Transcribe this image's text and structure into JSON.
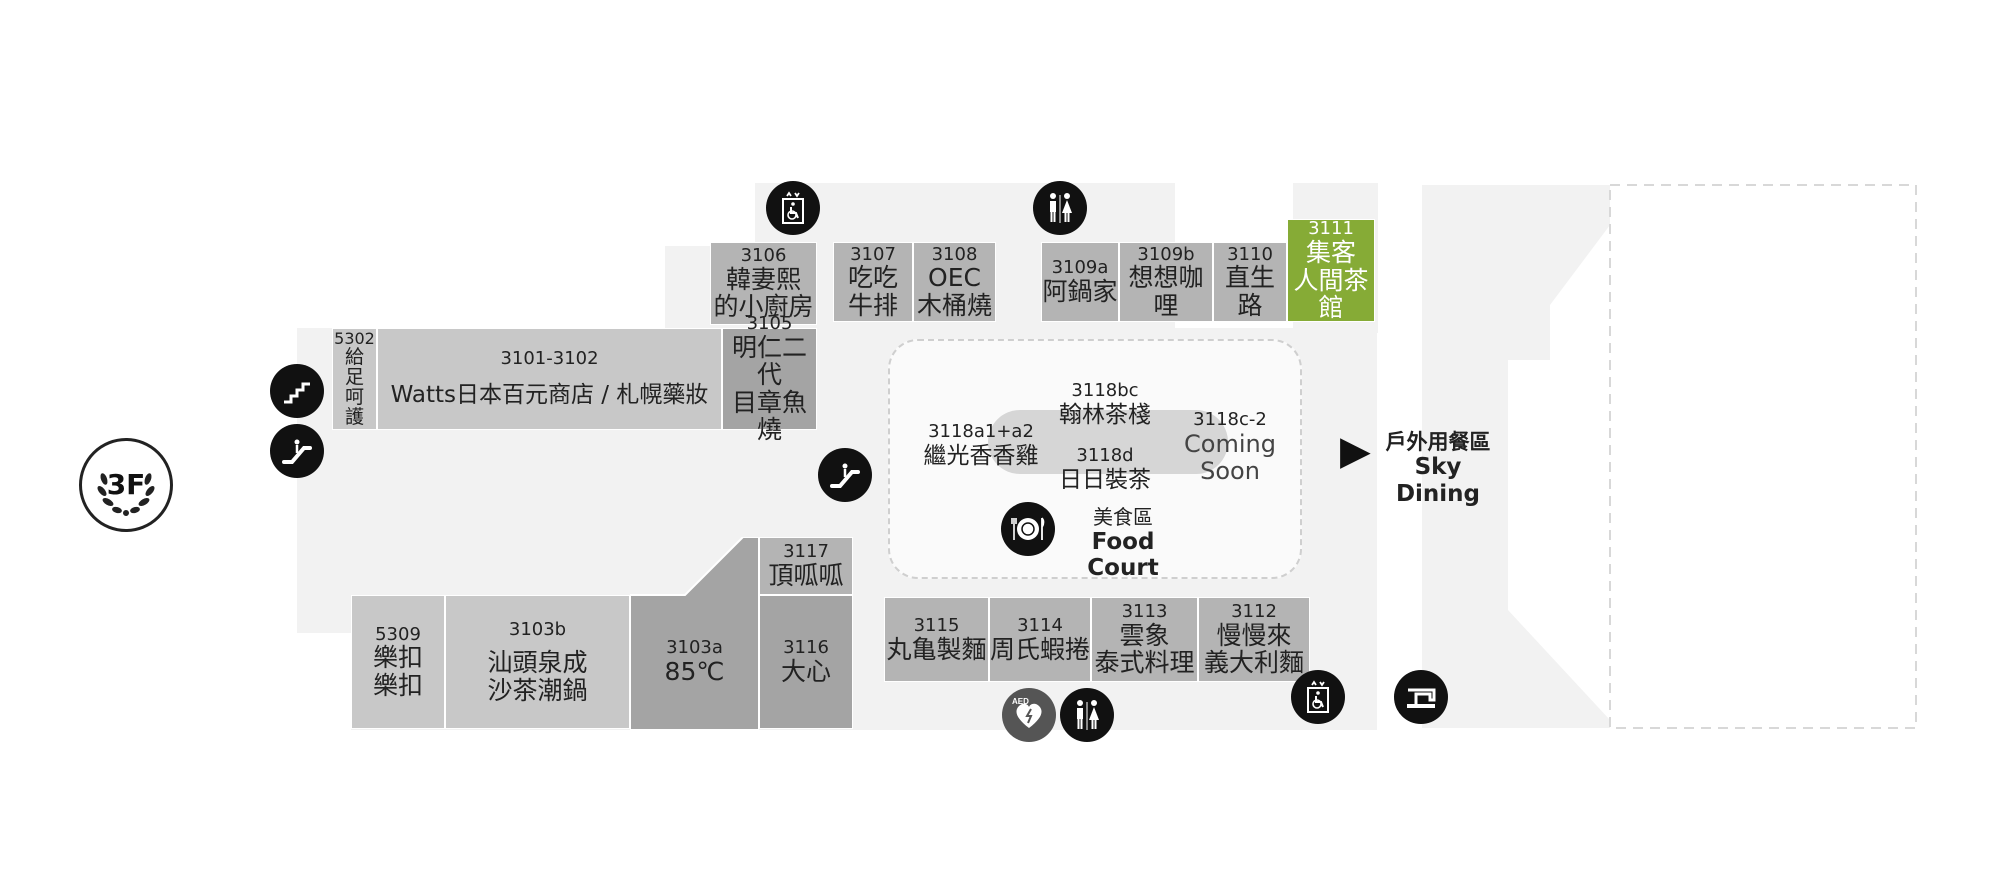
{
  "floor": {
    "label": "3F"
  },
  "stores": [
    {
      "id": "s3106",
      "num": "3106",
      "name": "韓妻熙\n的小廚房"
    },
    {
      "id": "s3107",
      "num": "3107",
      "name": "吃吃\n牛排"
    },
    {
      "id": "s3108",
      "num": "3108",
      "name": "OEC\n木桶燒"
    },
    {
      "id": "s3109a",
      "num": "3109a",
      "name": "阿鍋家"
    },
    {
      "id": "s3109b",
      "num": "3109b",
      "name": "想想咖哩"
    },
    {
      "id": "s3110",
      "num": "3110",
      "name": "直生路"
    },
    {
      "id": "s3111",
      "num": "3111",
      "name": "集客\n人間茶館"
    },
    {
      "id": "s5302",
      "num": "5302",
      "name": "給\n足\n呵\n護"
    },
    {
      "id": "s3101",
      "num": "3101-3102",
      "name": "Watts日本百元商店 / 札幌藥妝"
    },
    {
      "id": "s3105",
      "num": "3105",
      "name": "明仁二代\n目章魚燒"
    },
    {
      "id": "s3117",
      "num": "3117",
      "name": "頂呱呱"
    },
    {
      "id": "s5309",
      "num": "5309",
      "name": "樂扣\n樂扣"
    },
    {
      "id": "s3103b",
      "num": "3103b",
      "name": "汕頭泉成\n沙茶潮鍋"
    },
    {
      "id": "s3103a",
      "num": "3103a",
      "name": "85℃"
    },
    {
      "id": "s3116",
      "num": "3116",
      "name": "大心"
    },
    {
      "id": "s3115",
      "num": "3115",
      "name": "丸亀製麵"
    },
    {
      "id": "s3114",
      "num": "3114",
      "name": "周氏蝦捲"
    },
    {
      "id": "s3113",
      "num": "3113",
      "name": "雲象\n泰式料理"
    },
    {
      "id": "s3112",
      "num": "3112",
      "name": "慢慢來\n義大利麵"
    }
  ],
  "food_court": {
    "kiosk_a_num": "3118a1+a2",
    "kiosk_a_name": "繼光香香雞",
    "kiosk_bc_num": "3118bc",
    "kiosk_bc_name": "翰林茶棧",
    "kiosk_d_num": "3118d",
    "kiosk_d_name": "日日裝茶",
    "kiosk_c2_num": "3118c-2",
    "kiosk_c2_name": "Coming\nSoon",
    "label_zh": "美食區",
    "label_en": "Food Court"
  },
  "outdoor": {
    "arrow": "▶",
    "label_zh": "戶外用餐區",
    "label_en": "Sky Dining"
  },
  "icons": {
    "accessible_elevator": "accessible-elevator-icon",
    "restroom": "restroom-icon",
    "stairs": "stairs-icon",
    "escalator": "escalator-icon",
    "dining": "dining-icon",
    "aed": "aed-icon",
    "aed_label": "AED",
    "sewing": "sewing-machine-icon"
  },
  "colors": {
    "highlight_store": "#86ab36",
    "icon_bg": "#111111",
    "floor_area": "#f2f2f2"
  }
}
